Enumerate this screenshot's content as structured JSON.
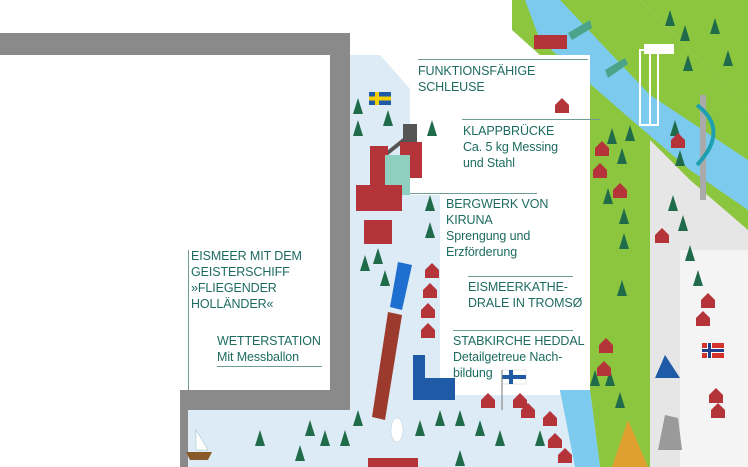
{
  "labels": {
    "schleuse": {
      "title_1": "FUNKTIONSFÄHIGE",
      "title_2": "SCHLEUSE"
    },
    "klappbruecke": {
      "title": "KLAPPBRÜCKE",
      "line_1": "Ca. 5 kg Messing",
      "line_2": "und Stahl"
    },
    "bergwerk": {
      "title_1": "BERGWERK VON",
      "title_2": "KIRUNA",
      "line_1": "Sprengung und",
      "line_2": "Erzförderung"
    },
    "eismeerkathedrale": {
      "title_1": "EISMEERKATHE-",
      "title_2": "DRALE IN TROMSØ"
    },
    "stabkirche": {
      "title": "STABKIRCHE HEDDAL",
      "line_1": "Detailgetreue Nach-",
      "line_2": "bildung"
    },
    "eismeer": {
      "title_1": "EISMEER MIT DEM",
      "title_2": "GEISTERSCHIFF",
      "title_3": "»FLIEGENDER",
      "title_4": "HOLLÄNDER«"
    },
    "wetterstation": {
      "title": "WETTERSTATION",
      "line_1": "Mit Messballon"
    }
  },
  "colors": {
    "text": "#1d6b60",
    "frame": "#8a8a8a",
    "ice": "#dcebf5",
    "grass": "#8cc63f",
    "water": "#7ccbef",
    "house_red": "#b5343a",
    "tree": "#1f6b4a"
  },
  "flags": [
    "sweden-flag",
    "finland-flag",
    "norway-flag"
  ]
}
